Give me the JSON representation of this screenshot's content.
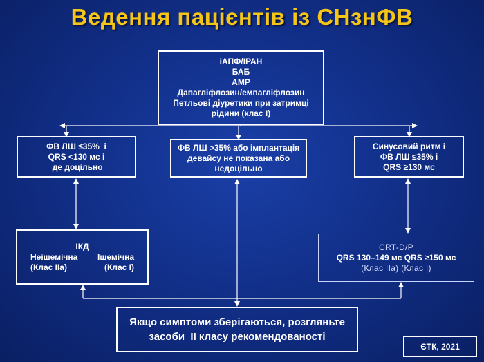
{
  "title": "Ведення пацієнтів із СНзнФВ",
  "top_box": {
    "lines": [
      "іАПФ/ІРАН",
      "БАБ",
      "АМР",
      "Дапагліфлозин/емпагліфлозин",
      "Петльові діуретики при затримці",
      "рідини (клас І)"
    ]
  },
  "left_box": {
    "lines": [
      "ФВ ЛШ ≤35%  і",
      "QRS <130 мс і",
      " де доцільно"
    ]
  },
  "mid_box": {
    "lines": [
      "ФВ ЛШ >35% або імплантація",
      "девайсу не показана або",
      "недоцільно"
    ]
  },
  "right_box": {
    "lines": [
      "Синусовий ритм і",
      "ФВ ЛШ ≤35% і",
      "QRS ≥130 мс"
    ]
  },
  "icd_box": {
    "title": "ІКД",
    "col1": [
      "Неішемічна",
      "(Клас ІІа)"
    ],
    "col2": [
      "Ішемічна",
      "(Клас І)"
    ]
  },
  "crt_box": {
    "line1": "CRT-D/P",
    "line2": "QRS 130–149 мс QRS ≥150 мс",
    "line3": "(Клас ІІа) (Клас І)"
  },
  "bottom_box": {
    "lines": [
      "Якщо симптоми зберігаються, розгляньте",
      "засоби  ІІ класу рекомендованості"
    ]
  },
  "footer_badge": "ЄТК, 2021"
}
